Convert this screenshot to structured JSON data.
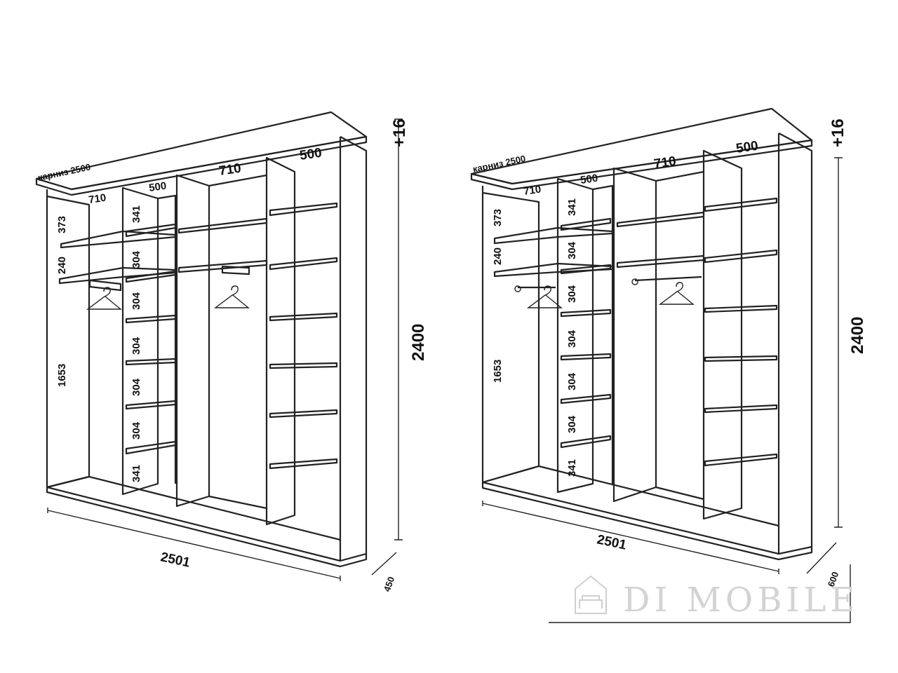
{
  "wardrobes": [
    {
      "cornice": "карниз 2500",
      "top_widths": [
        "710",
        "500",
        "710",
        "500"
      ],
      "left_heights": [
        "373",
        "240",
        "1653"
      ],
      "mid_heights": [
        "341",
        "304",
        "304",
        "304",
        "304",
        "304",
        "341"
      ],
      "total_height": "2400",
      "height_extra": "+16",
      "total_width": "2501",
      "depth": "450"
    },
    {
      "cornice": "карниз 2500",
      "top_widths": [
        "710",
        "500",
        "710",
        "500"
      ],
      "left_heights": [
        "373",
        "240",
        "1653"
      ],
      "mid_heights": [
        "341",
        "304",
        "304",
        "304",
        "304",
        "304",
        "341"
      ],
      "total_height": "2400",
      "height_extra": "+16",
      "total_width": "2501",
      "depth": "600"
    }
  ],
  "watermark": {
    "text": "DI MOBILE",
    "icon": "sofa-house-icon"
  }
}
